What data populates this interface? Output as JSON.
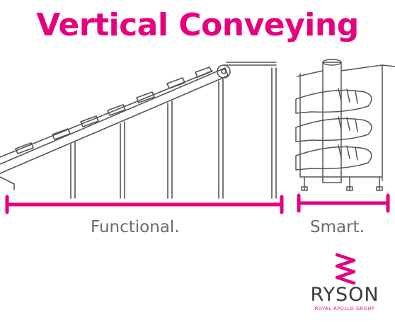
{
  "title": "Vertical Conveying",
  "captions": {
    "left": "Functional.",
    "right": "Smart."
  },
  "logo": {
    "name": "RYSON",
    "tagline": "ROYAL APOLLO GROUP"
  },
  "colors": {
    "accent": "#e6007e",
    "caption": "#6b6b6b",
    "line_art": "#555555"
  },
  "icons": [
    "incline-conveyor-drawing",
    "spiral-conveyor-drawing",
    "ryson-logo-icon"
  ]
}
